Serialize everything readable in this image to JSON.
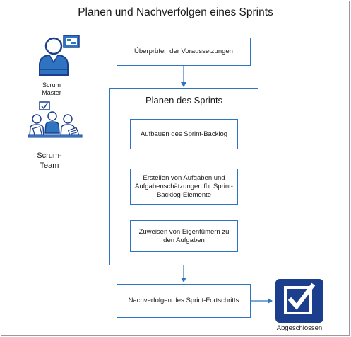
{
  "title": "Planen und Nachverfolgen eines Sprints",
  "roles": {
    "scrum_master": [
      "Scrum",
      "Master"
    ],
    "scrum_team": [
      "Scrum-",
      "Team"
    ]
  },
  "steps": {
    "check_prerequisites": "Überprüfen der Voraussetzungen",
    "planning_group": "Planen des Sprints",
    "build_backlog": "Aufbauen des Sprint-Backlog",
    "create_tasks": "Erstellen von Aufgaben und Aufgabenschätzungen für Sprint-Backlog-Elemente",
    "assign_owners": "Zuweisen von Eigentümern zu den Aufgaben",
    "track_progress": "Nachverfolgen des Sprint-Fortschritts"
  },
  "completed": "Abgeschlossen",
  "colors": {
    "accent": "#2f74c0",
    "icon_dark": "#1b3f8c",
    "frame": "#9a9a9a"
  }
}
